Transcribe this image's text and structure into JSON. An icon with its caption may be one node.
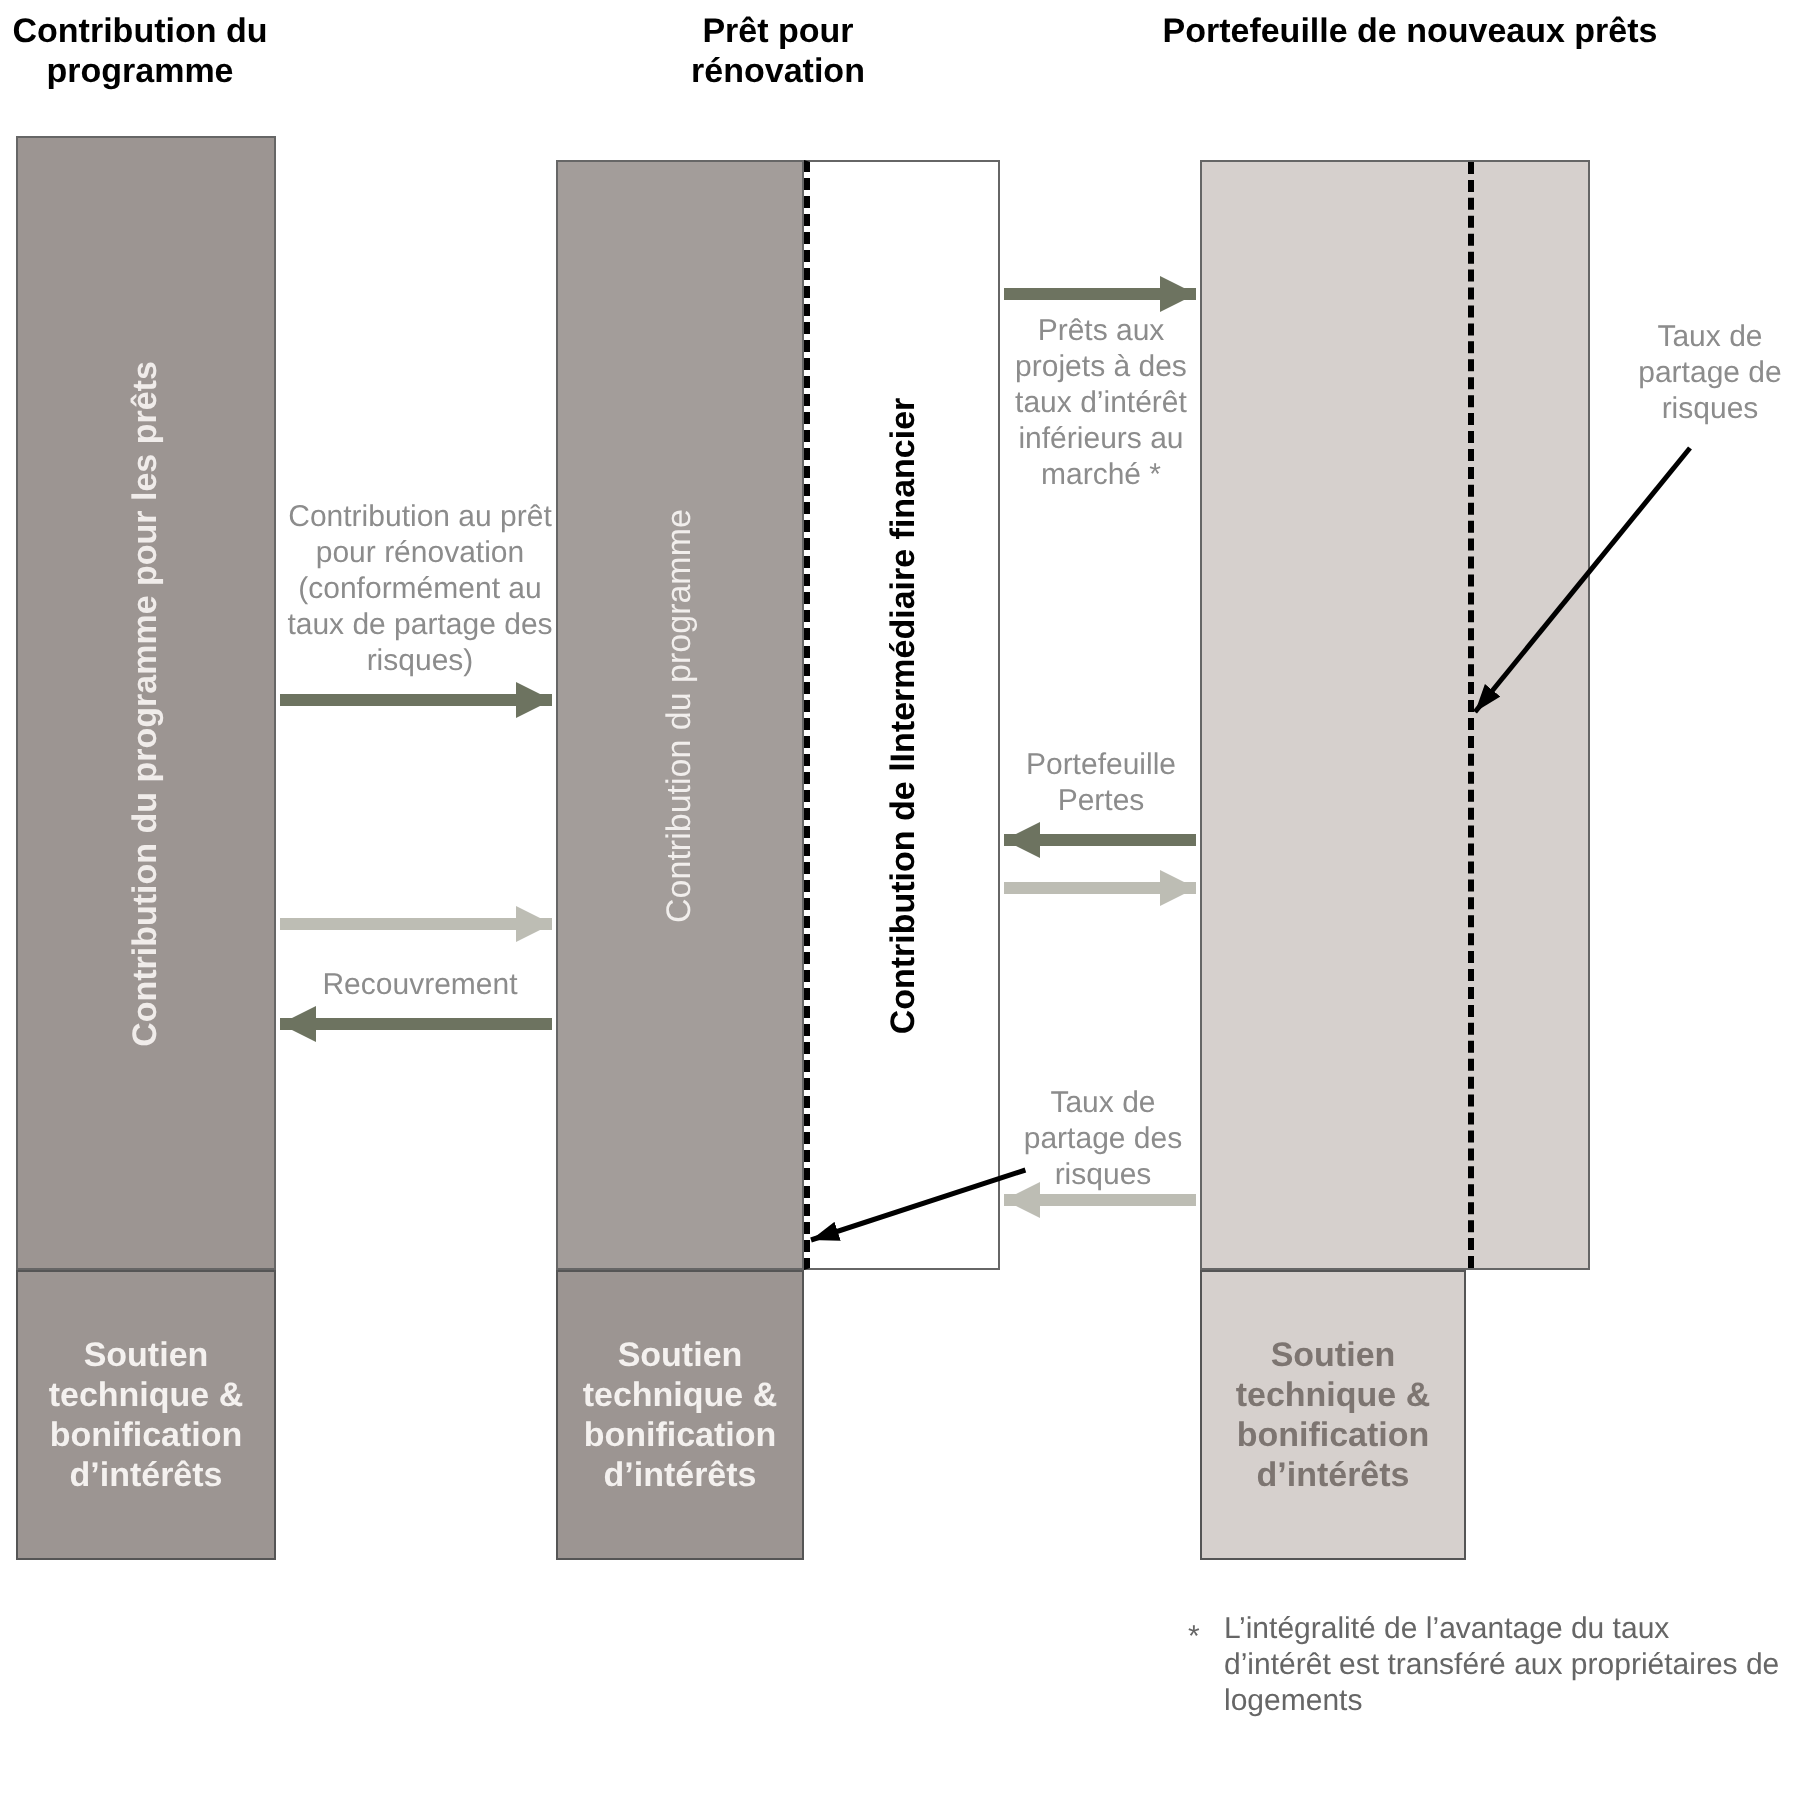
{
  "diagram": {
    "nodes": [
      {
        "text": [
          "Contribution du programme",
          "Contribution du programme pour les prêts"
        ]
      },
      {
        "text": [
          "Soutien technique & bonification d’intérêts"
        ]
      },
      {
        "text": [
          "Prêt pour rénovation"
        ]
      },
      {
        "text": [
          "Contribution du programme"
        ],
        "in": 2
      },
      {
        "text": [
          "Contribution de lIntermédiaire financier"
        ],
        "in": 2
      },
      {
        "text": [
          "Soutien technique & bonification d’intérêts"
        ]
      },
      {
        "text": [
          "Portefeuille de nouveaux prêts"
        ]
      },
      {
        "text": [
          "Soutien technique & bonification d’intérêts"
        ]
      },
      {
        "text": [
          "Taux de partage des risques"
        ]
      },
      {
        "text": [
          "Taux de partage de risques"
        ]
      }
    ],
    "edges": [
      {
        "from": 0,
        "to": 3,
        "arrow": "to",
        "label": "Contribution au prêt pour rénovation (conformément au taux de partage des risques)"
      },
      {
        "from": 0,
        "to": 3,
        "arrow": "to",
        "color": "#bdbdb4"
      },
      {
        "from": 3,
        "to": 0,
        "arrow": "to",
        "label": "Recouvrement"
      },
      {
        "from": 4,
        "to": 6,
        "arrow": "to",
        "label": "Prêts aux projets à des taux d’intérêt inférieurs au marché *"
      },
      {
        "from": 6,
        "to": 4,
        "arrow": "to",
        "label": "Portefeuille Pertes"
      },
      {
        "from": 4,
        "to": 6,
        "arrow": "to",
        "color": "#bdbdb4"
      },
      {
        "from": 6,
        "to": 4,
        "arrow": "to",
        "color": "#bdbdb4"
      },
      {
        "from": 8,
        "to": 4,
        "arrow": "to",
        "color": "#000000"
      },
      {
        "from": 9,
        "to": 6,
        "arrow": "to",
        "color": "#000000"
      }
    ],
    "labels": [
      "*",
      "L’intégralité de l’avantage du taux d’intérêt est transféré aux propriétaires de logements"
    ]
  }
}
